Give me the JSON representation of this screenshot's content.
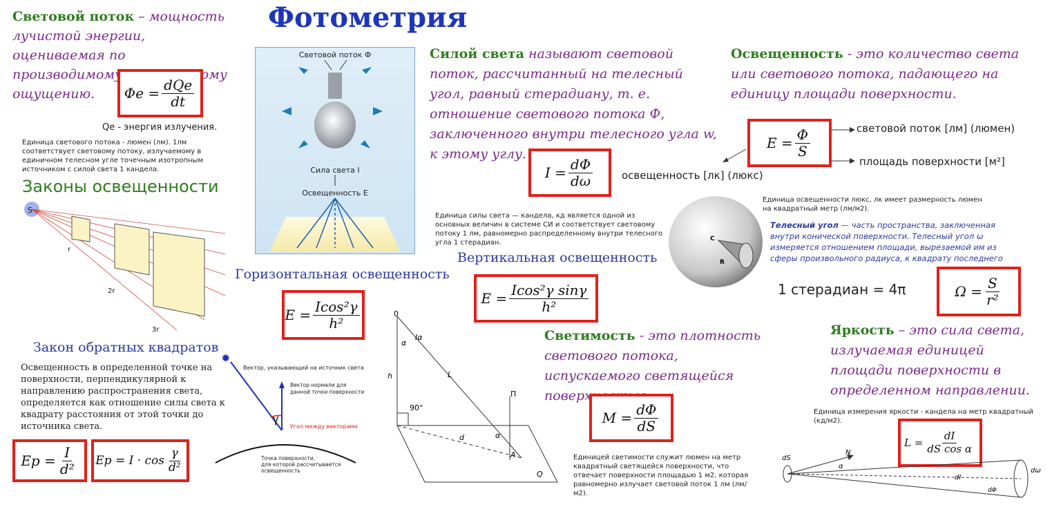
{
  "title": "Фотометрия",
  "flux": {
    "term": "Световой поток",
    "definition": " – мощность лучистой энергии, оцениваемая по производимому ею световому ощущению.",
    "formula_lhs": "Φe =",
    "formula_num": "dQe",
    "formula_den": "dt",
    "qe_note": "Qe - энергия излучения.",
    "unit_note": "Единица светового потока - люмен (лм). 1лм соответствует световому потоку, излучаемому в единичном телесном угле точечным изотропным источником с силой света 1 кандела."
  },
  "lamp_diagram": {
    "label_flux": "Световой поток Ф",
    "label_intensity": "Сила света I",
    "label_illuminance": "Освещенность E"
  },
  "laws": {
    "heading": "Законы освещенности",
    "labels": [
      "S",
      "r",
      "2r",
      "3r"
    ]
  },
  "inverse_square": {
    "heading": "Закон обратных квадратов",
    "text": "Освещенность в определенной точке на поверхности, перпендикулярной к направлению распространения света, определяется как отношение силы света к квадрату расстояния от этой точки до источника света.",
    "f1_lhs": "Ep =",
    "f1_num": "I",
    "f1_den": "d²",
    "f2_lhs": "Ep = I · cos",
    "f2_num": "γ",
    "f2_den": "d²"
  },
  "vector_diagram": {
    "label_source": "Вектор, указывающий на источник света",
    "label_normal": "Вектор нормали для данной точки поверхности",
    "label_angle": "Угол между векторами",
    "label_point": "Точка поверхности, для которой рассчитывается освещенность",
    "gamma": "γ"
  },
  "horizontal": {
    "heading": "Горизонтальная освещенность",
    "lhs": "E =",
    "num": "Icos²γ",
    "den": "h²"
  },
  "geometry": {
    "labels": [
      "0",
      "Iα",
      "α",
      "h",
      "L",
      "90°",
      "П",
      "d",
      "α",
      "A",
      "Q"
    ]
  },
  "intensity": {
    "term": "Силой света",
    "definition": "  называют световой поток, рассчитанный на телесный угол, равный стерадиану, т. е. отношение светового потока Ф, заключенного внутри телесного угла w, к этому углу.",
    "lhs": "I =",
    "num": "dΦ",
    "den": "dω",
    "unit_label": "освещенность [лк] (люкс)",
    "unit_note": "Единица силы света — кандела, кд является одной из основных величин в системе СИ и соответствует световому потоку 1 лм, равномерно распределенному внутри телесного угла 1 стерадиан."
  },
  "vertical": {
    "heading": "Вертикальная освещенность",
    "lhs": "E =",
    "num": "Icos²γ sinγ",
    "den": "h²"
  },
  "luminosity": {
    "term": "Светимость",
    "definition": " - это плотность светового потока, испускаемого светящейся поверхностью.",
    "lhs": "M =",
    "num": "dΦ",
    "den": "dS",
    "unit_note": "Единицей светимости служит люмен на метр квадратный светящейся поверхности, что отвечает поверхности площадью 1 м2, которая равномерно излучает световой поток 1 лм (лм/м2)."
  },
  "illuminance": {
    "term": "Освещенность",
    "definition": " - это количество света или светового потока, падающего на единицу площади поверхности.",
    "lhs": "E =",
    "num": "Φ",
    "den": "S",
    "arrow_top": "световой поток [лм] (люмен)",
    "arrow_bottom": "площадь поверхности [м²]",
    "unit_note": "Единица освещенности люкс, лк имеет размерность люмен на квадратный метр (лм/м2)."
  },
  "solid_angle": {
    "term": "Телесный угол",
    "definition": " — часть пространства, заключенная внутри конической поверхности. Телесный угол ω измеряется отношением площади, вырезаемой им из сферы произвольного радиуса, к квадрату последнего",
    "steradian": "1 стерадиан = 4π",
    "lhs": "Ω =",
    "num": "S",
    "den": "r²",
    "sphere_labels": [
      "C",
      "R"
    ]
  },
  "brightness": {
    "term": "Яркость",
    "definition": "  – это сила света, излучаемая единицей площади поверхности в определенном направлении.",
    "unit_note": "Единица измерения яркости - кандела на метр квадратный (кд/м2).",
    "lhs": "L =",
    "num": "dI",
    "den": "dS cos α",
    "cone_labels": [
      "dS",
      "N",
      "α",
      "dI",
      "dΦ",
      "dω"
    ]
  }
}
